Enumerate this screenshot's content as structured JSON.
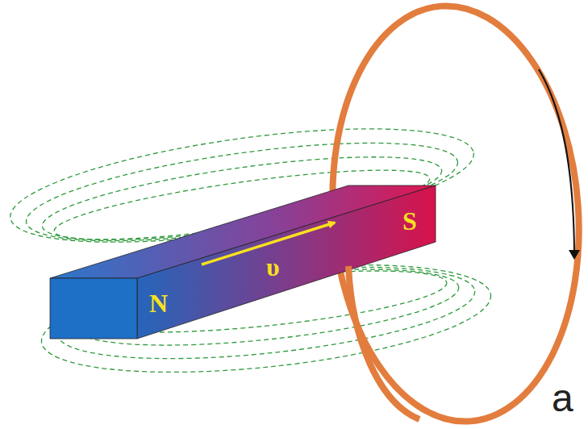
{
  "diagram": {
    "nodes": [
      {
        "text": [
          "N",
          "υ",
          "S"
        ]
      }
    ],
    "labels": [
      "a"
    ]
  }
}
